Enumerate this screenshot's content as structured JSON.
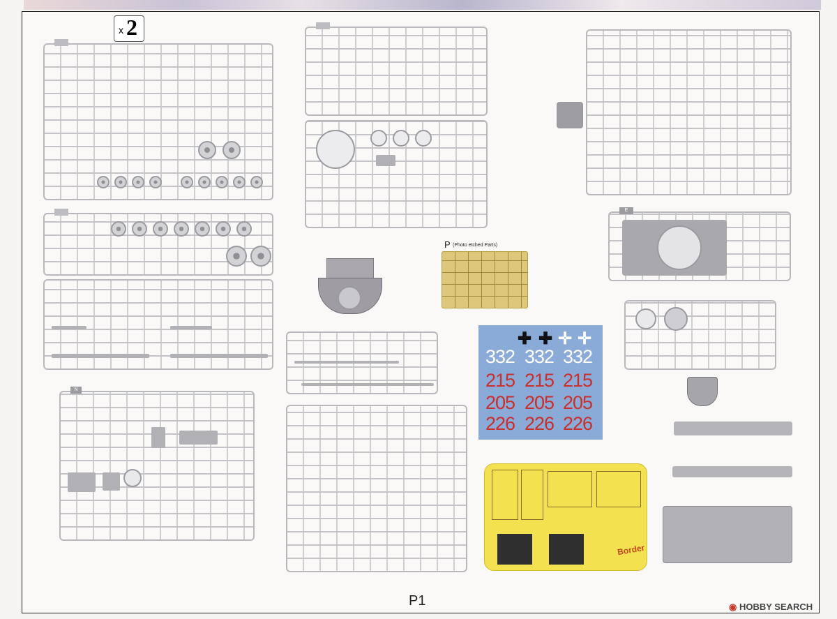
{
  "sheet": {
    "multiplier_x": "x",
    "multiplier_count": "2",
    "page_label": "P1"
  },
  "sprues": {
    "n_label": "N",
    "e_label": "E"
  },
  "photo_etch": {
    "letter": "P",
    "caption": "(Photo etched Parts)"
  },
  "decals": {
    "crosses": [
      "✚",
      "✚",
      "✛",
      "✛"
    ],
    "rows": [
      {
        "values": [
          "332",
          "332",
          "332"
        ],
        "color": "white"
      },
      {
        "values": [
          "215",
          "215",
          "215"
        ],
        "color": "red"
      },
      {
        "values": [
          "205",
          "205",
          "205"
        ],
        "color": "red"
      },
      {
        "values": [
          "226",
          "226",
          "226"
        ],
        "color": "red"
      }
    ]
  },
  "mask_sheet": {
    "brand": "Border"
  },
  "watermark": {
    "text": "HOBBY SEARCH"
  },
  "colors": {
    "decal_bg": "#8aaad8",
    "mask_bg": "#f4e14f",
    "pe_bg": "#dcc77a",
    "sprue": "#b9b9bd"
  }
}
